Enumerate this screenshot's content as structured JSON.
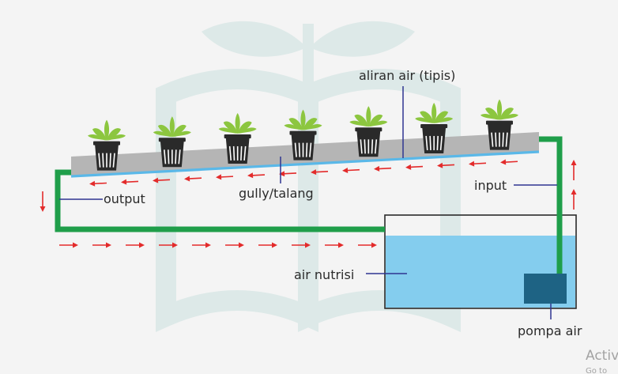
{
  "labels": {
    "flow": "aliran air (tipis)",
    "output": "output",
    "gully": "gully/talang",
    "input": "input",
    "nutrient": "air nutrisi",
    "pump": "pompa air"
  },
  "watermark": {
    "line1": "Activ",
    "line2": "Go to"
  },
  "plants": {
    "count": 7
  },
  "colors": {
    "background": "#f4f4f4",
    "gully": "#b5b5b5",
    "gully_water": "#5ab8e8",
    "pipe": "#1f9e4a",
    "arrow": "#e32b2b",
    "tank_water": "#84cdee",
    "tank_outline": "#2a2a2a",
    "pump": "#1e6384",
    "pot": "#2a2a2a",
    "leaf": "#8cc63f",
    "pointer": "#2e3591",
    "watermark_logo": "#dde9e8",
    "watermark_text": "#a3a3a3"
  },
  "icons": {
    "pot": "net-pot-icon",
    "plant": "seedling-icon",
    "arrow": "flow-arrow-icon",
    "logo": "book-plant-logo"
  }
}
